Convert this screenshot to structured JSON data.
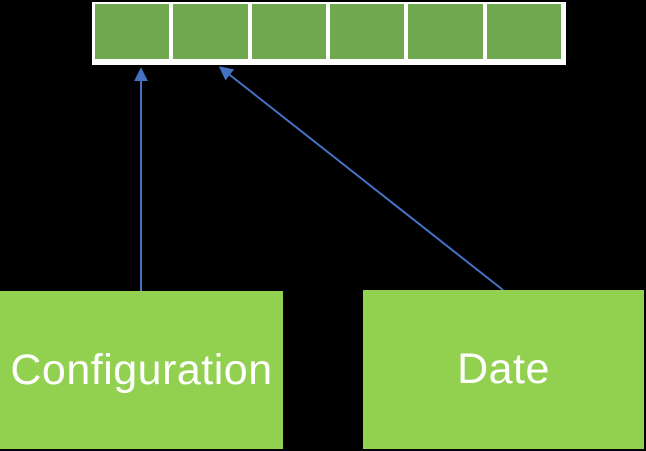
{
  "diagram": {
    "background_color": "#000000",
    "bar": {
      "background": "#ffffff",
      "cell_count": 6,
      "cell_color": "#6fa84e"
    },
    "arrow_color": "#4472c4",
    "arrows": [
      {
        "name": "configuration-arrow",
        "from_box": "configuration",
        "to_cell_index": 0
      },
      {
        "name": "date-arrow",
        "from_box": "date",
        "to_cell_index": 1
      }
    ],
    "boxes": [
      {
        "id": "configuration",
        "label": "Configuration",
        "color": "#92d050",
        "text_color": "#ffffff"
      },
      {
        "id": "date",
        "label": "Date",
        "color": "#92d050",
        "text_color": "#ffffff"
      }
    ]
  }
}
